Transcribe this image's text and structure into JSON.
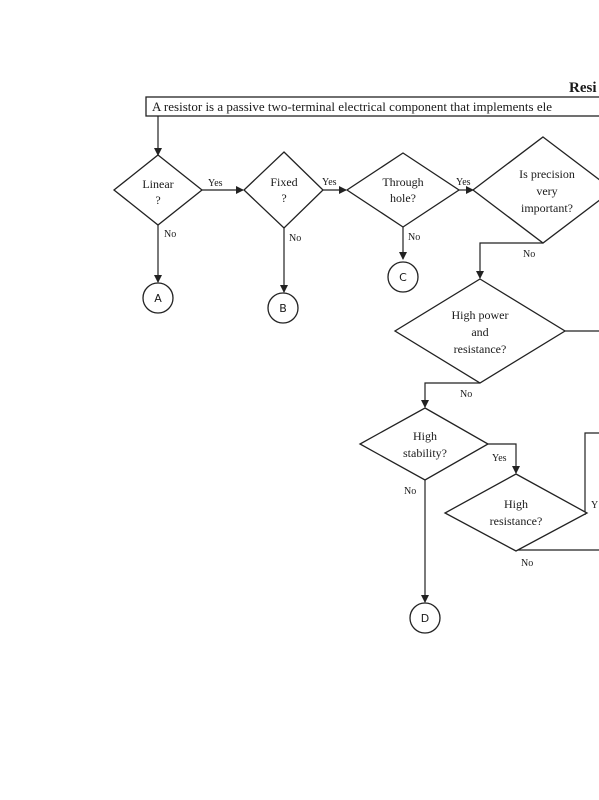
{
  "title": "Resi",
  "intro": "A resistor is a passive two-terminal electrical component that implements ele",
  "nodes": {
    "linear": [
      "Linear",
      "?"
    ],
    "fixed": [
      "Fixed",
      "?"
    ],
    "through_hole": [
      "Through",
      "hole?"
    ],
    "precision": [
      "Is precision",
      "very",
      "important?"
    ],
    "high_power": [
      "High power",
      "and",
      "resistance?"
    ],
    "high_stability": [
      "High",
      "stability?"
    ],
    "high_resistance": [
      "High",
      "resistance?"
    ]
  },
  "connectors": {
    "a": "A",
    "b": "B",
    "c": "C",
    "d": "D"
  },
  "labels": {
    "yes": "Yes",
    "no": "No",
    "y_partial": "Y"
  }
}
